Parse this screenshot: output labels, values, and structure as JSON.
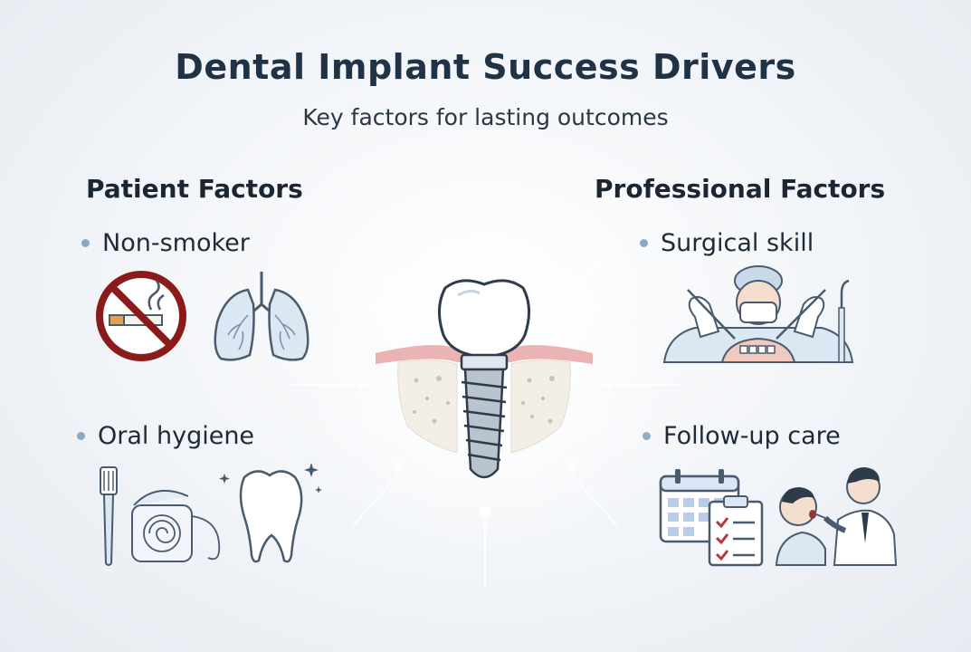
{
  "title": "Dental Implant Success Drivers",
  "subtitle": "Key factors for lasting outcomes",
  "patient": {
    "heading": "Patient Factors",
    "items": [
      {
        "label": "Non-smoker",
        "icons": [
          "no-smoking-icon",
          "lungs-icon"
        ]
      },
      {
        "label": "Oral hygiene",
        "icons": [
          "toothbrush-icon",
          "dental-floss-icon",
          "clean-tooth-icon"
        ]
      }
    ]
  },
  "professional": {
    "heading": "Professional Factors",
    "items": [
      {
        "label": "Surgical skill",
        "icons": [
          "surgeon-icon"
        ]
      },
      {
        "label": "Follow-up care",
        "icons": [
          "calendar-icon",
          "checklist-icon",
          "dentist-patient-icon"
        ]
      }
    ]
  },
  "center_icon": "dental-implant-icon",
  "colors": {
    "title": "#1f3246",
    "accent": "#8aa9c4",
    "gum": "#e8a6a6",
    "no_smoking_red": "#8b1a1a",
    "line_art": "#4a5b6e",
    "fill_light": "#dbe7f3"
  }
}
